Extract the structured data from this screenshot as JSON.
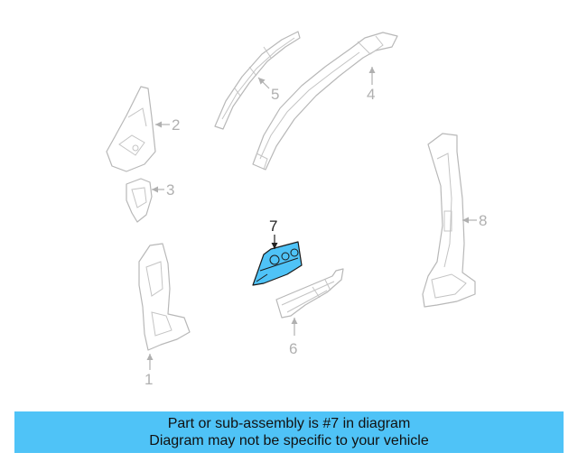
{
  "diagram": {
    "highlighted_part": "7",
    "highlight_color": "#4fc3f7",
    "callouts": [
      "1",
      "2",
      "3",
      "4",
      "5",
      "6",
      "7",
      "8"
    ]
  },
  "banner": {
    "line1": "Part or sub-assembly is #7 in diagram",
    "line2": "Diagram may not be specific to your vehicle",
    "background_color": "#4fc3f7"
  }
}
